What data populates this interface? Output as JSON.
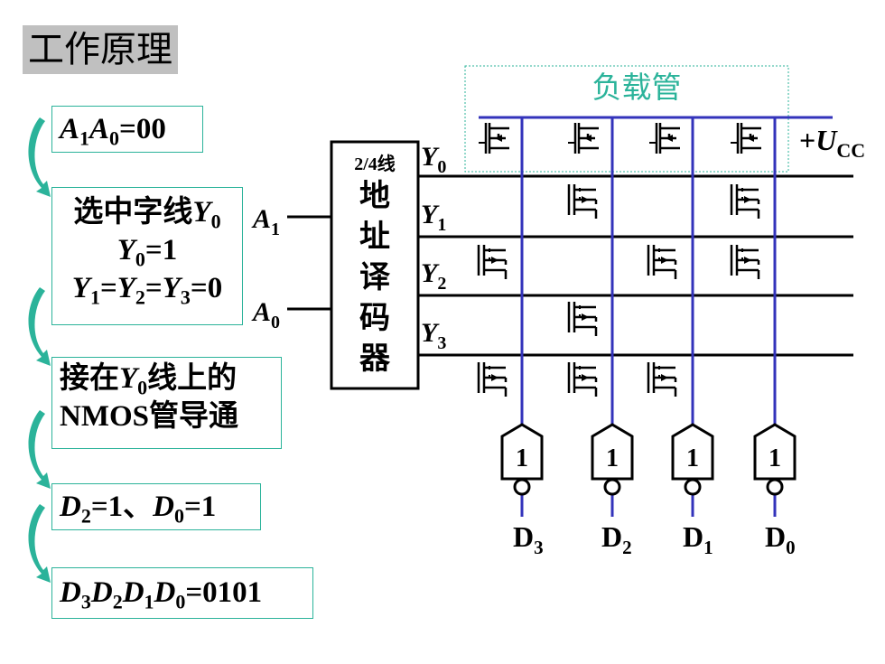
{
  "title": "工作原理",
  "steps": [
    {
      "formula": "A1A0=00"
    },
    {
      "line1": "选中字线",
      "line1_var": "Y",
      "line1_sub": "0",
      "line2": "Y0=1",
      "line3": "Y1=Y2=Y3=0"
    },
    {
      "line1_a": "接在",
      "line1_var": "Y",
      "line1_sub": "0",
      "line1_b": "线上的",
      "line2": "NMOS管导通"
    },
    {
      "formula": "D2=1、D0=1"
    },
    {
      "formula": "D3D2D1D0=0101"
    }
  ],
  "decoder": {
    "label_top": "2/4线",
    "chars": [
      "地",
      "址",
      "译",
      "码",
      "器"
    ],
    "inputs": [
      {
        "var": "A",
        "sub": "1"
      },
      {
        "var": "A",
        "sub": "0"
      }
    ],
    "outputs": [
      {
        "var": "Y",
        "sub": "0"
      },
      {
        "var": "Y",
        "sub": "1"
      },
      {
        "var": "Y",
        "sub": "2"
      },
      {
        "var": "Y",
        "sub": "3"
      }
    ]
  },
  "load_label": "负载管",
  "supply": {
    "prefix": "+",
    "var": "U",
    "sub": "CC"
  },
  "outputs": [
    {
      "label": "D",
      "sub": "3",
      "gate": "1"
    },
    {
      "label": "D",
      "sub": "2",
      "gate": "1"
    },
    {
      "label": "D",
      "sub": "1",
      "gate": "1"
    },
    {
      "label": "D",
      "sub": "0",
      "gate": "1"
    }
  ],
  "colors": {
    "accent": "#2bb39a",
    "bitline": "#3333bb",
    "title_bg": "#c0c0c0"
  }
}
